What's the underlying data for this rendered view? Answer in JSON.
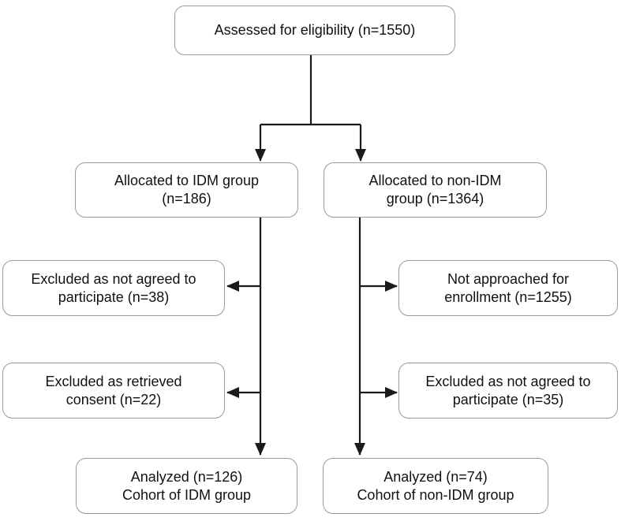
{
  "diagram": {
    "type": "flowchart",
    "description": "Participant flow diagram with two study arms",
    "colors": {
      "border": "#9a9a9a",
      "line": "#1a1a1a",
      "text": "#111111",
      "background": "#ffffff"
    },
    "nodes": {
      "assessed": {
        "line1": "Assessed for eligibility (n=1550)"
      },
      "alloc_idm": {
        "line1": "Allocated to IDM group",
        "line2": "(n=186)"
      },
      "alloc_nonidm": {
        "line1": "Allocated to non-IDM",
        "line2": "group (n=1364)"
      },
      "excl_not_agreed_38": {
        "line1": "Excluded as not agreed to",
        "line2": "participate (n=38)"
      },
      "not_approached_1255": {
        "line1": "Not approached for",
        "line2": "enrollment (n=1255)"
      },
      "excl_retrieved_22": {
        "line1": "Excluded as retrieved",
        "line2": "consent (n=22)"
      },
      "excl_not_agreed_35": {
        "line1": "Excluded as not agreed to",
        "line2": "participate (n=35)"
      },
      "analyzed_idm": {
        "line1": "Analyzed (n=126)",
        "line2": "Cohort of IDM group"
      },
      "analyzed_nonidm": {
        "line1": "Analyzed (n=74)",
        "line2": "Cohort of non-IDM group"
      }
    }
  }
}
